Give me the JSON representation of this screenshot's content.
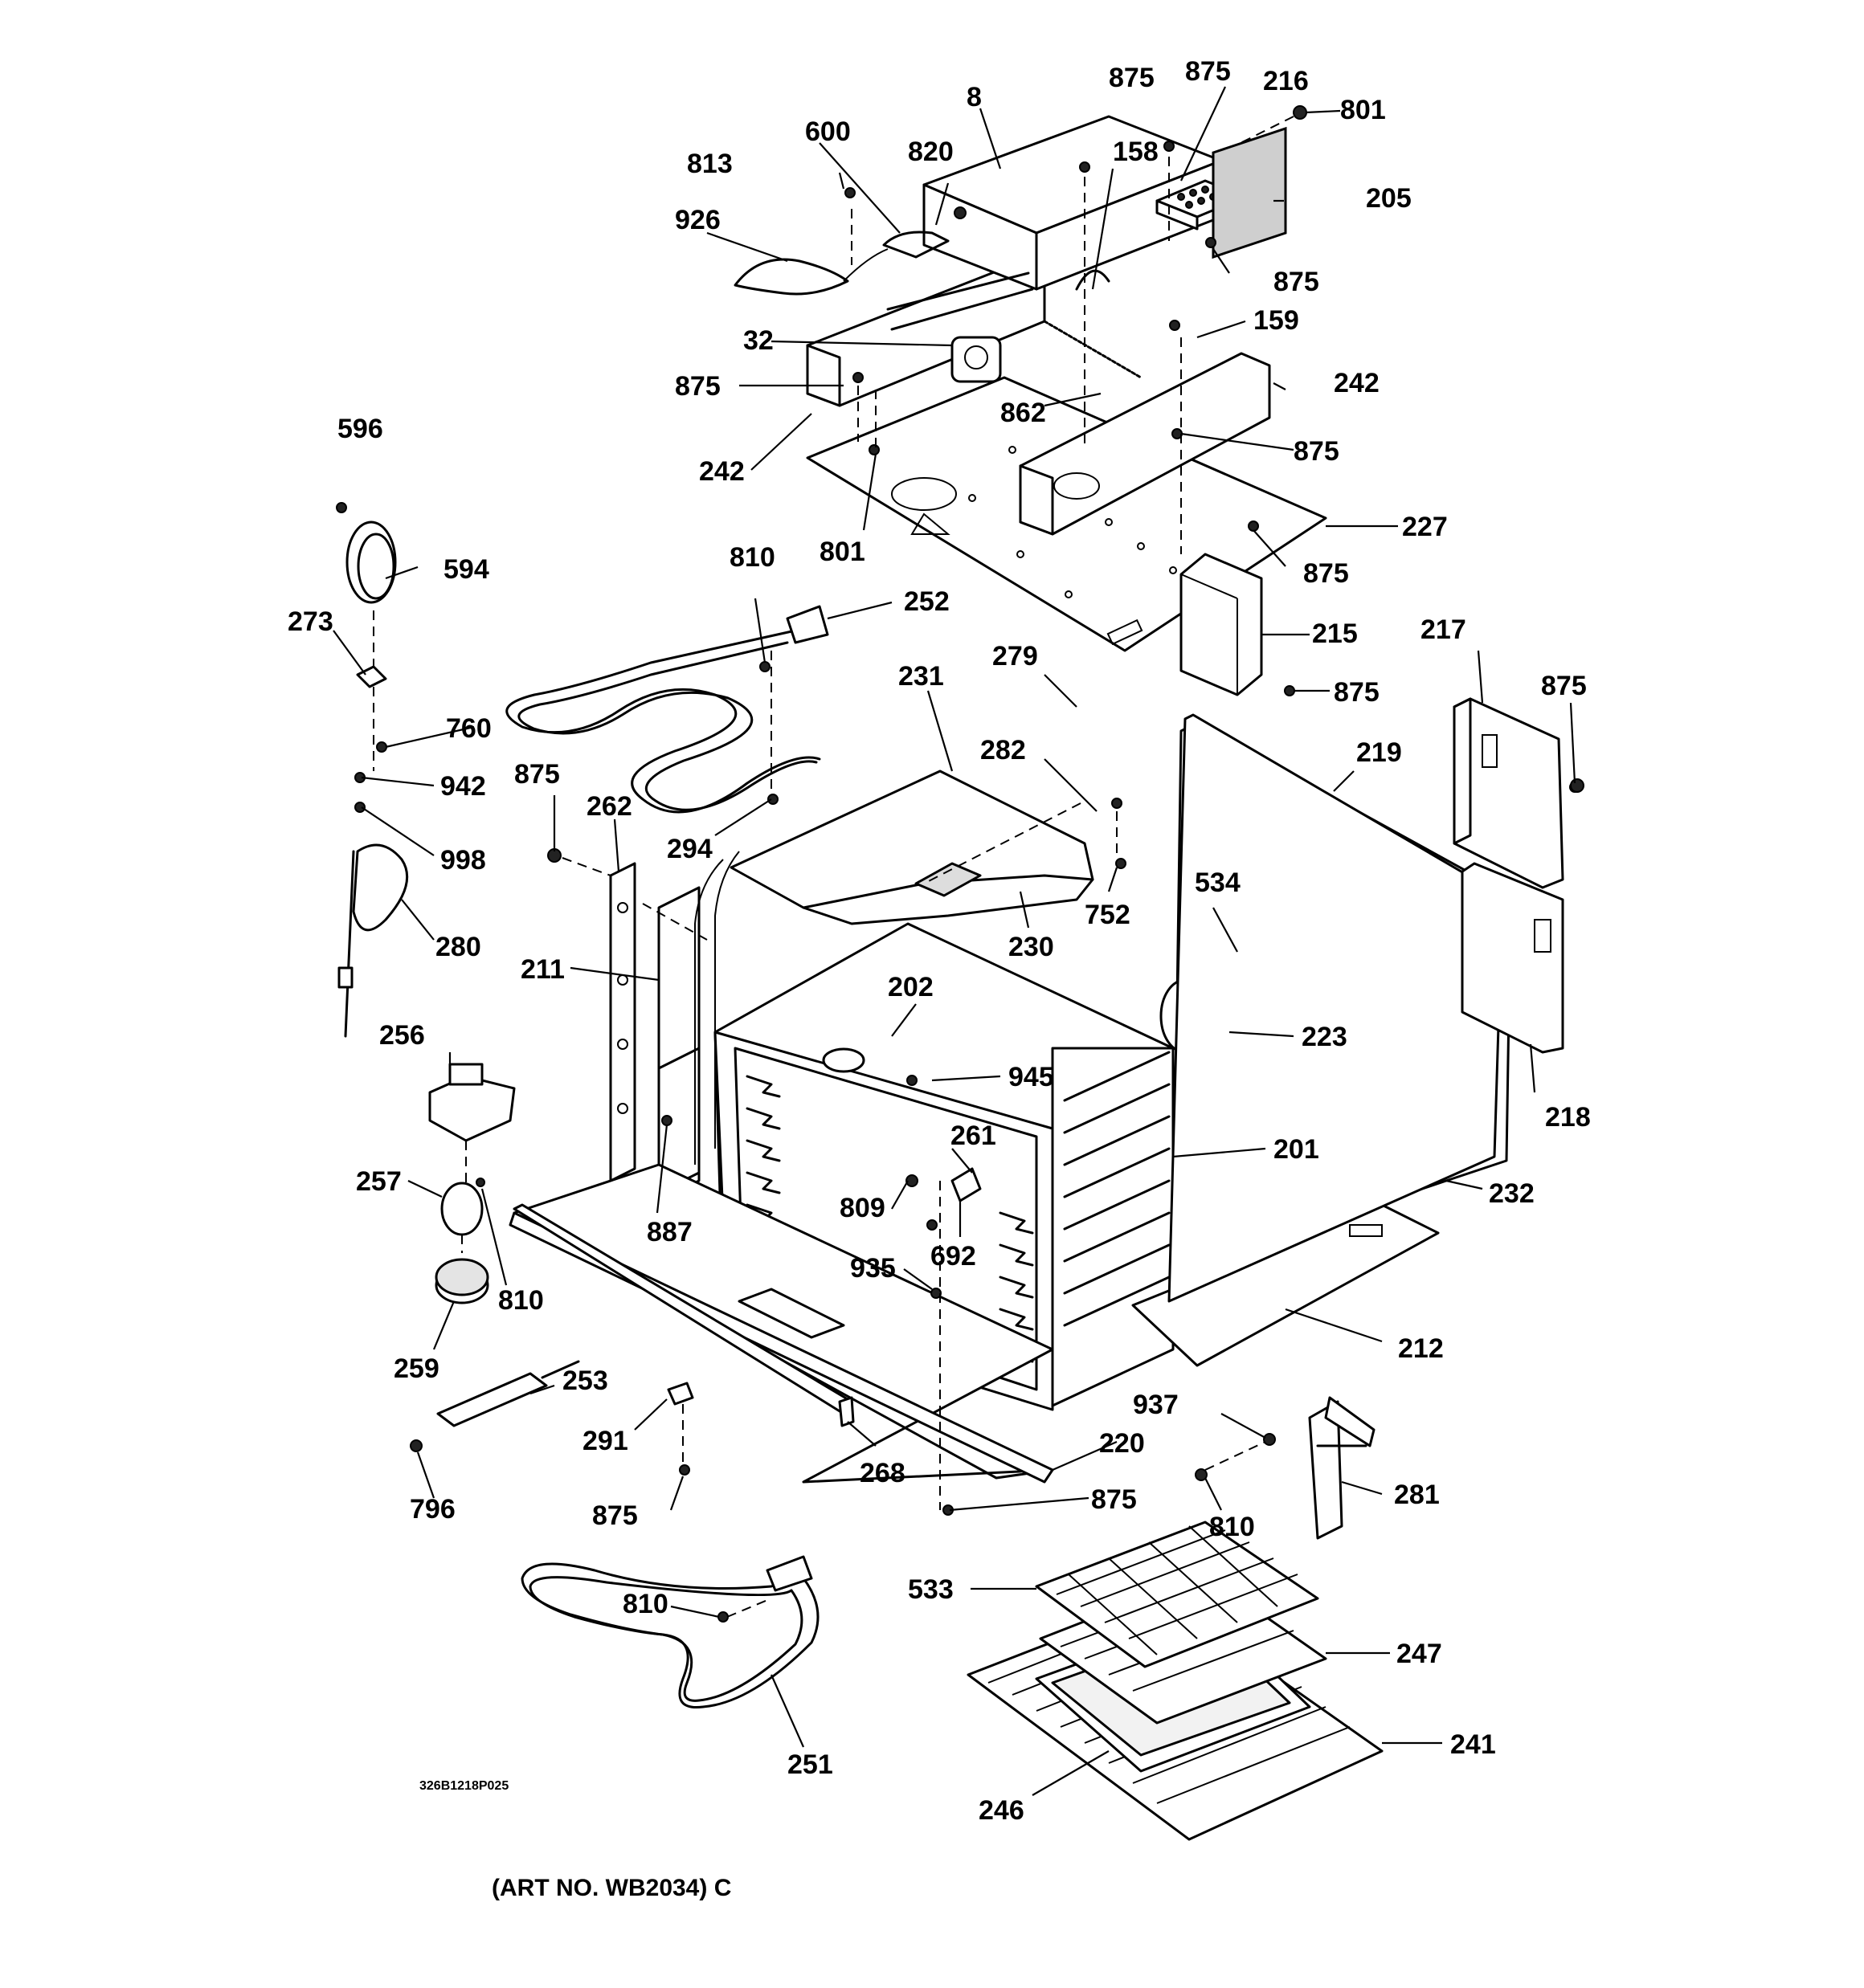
{
  "drawing_number": "326B1218P025",
  "art_number": "(ART NO. WB2034) C",
  "callouts": [
    "801",
    "875",
    "875",
    "216",
    "8",
    "205",
    "600",
    "820",
    "813",
    "158",
    "926",
    "875",
    "159",
    "32",
    "242",
    "875",
    "862",
    "242",
    "875",
    "801",
    "227",
    "875",
    "596",
    "594",
    "810",
    "252",
    "273",
    "215",
    "875",
    "217",
    "875",
    "231",
    "279",
    "760",
    "219",
    "282",
    "942",
    "875",
    "998",
    "262",
    "294",
    "752",
    "534",
    "230",
    "280",
    "211",
    "202",
    "256",
    "945",
    "223",
    "261",
    "201",
    "232",
    "218",
    "257",
    "809",
    "887",
    "692",
    "810",
    "935",
    "259",
    "212",
    "253",
    "937",
    "291",
    "220",
    "281",
    "268",
    "796",
    "875",
    "875",
    "810",
    "533",
    "810",
    "247",
    "241",
    "251",
    "246"
  ]
}
